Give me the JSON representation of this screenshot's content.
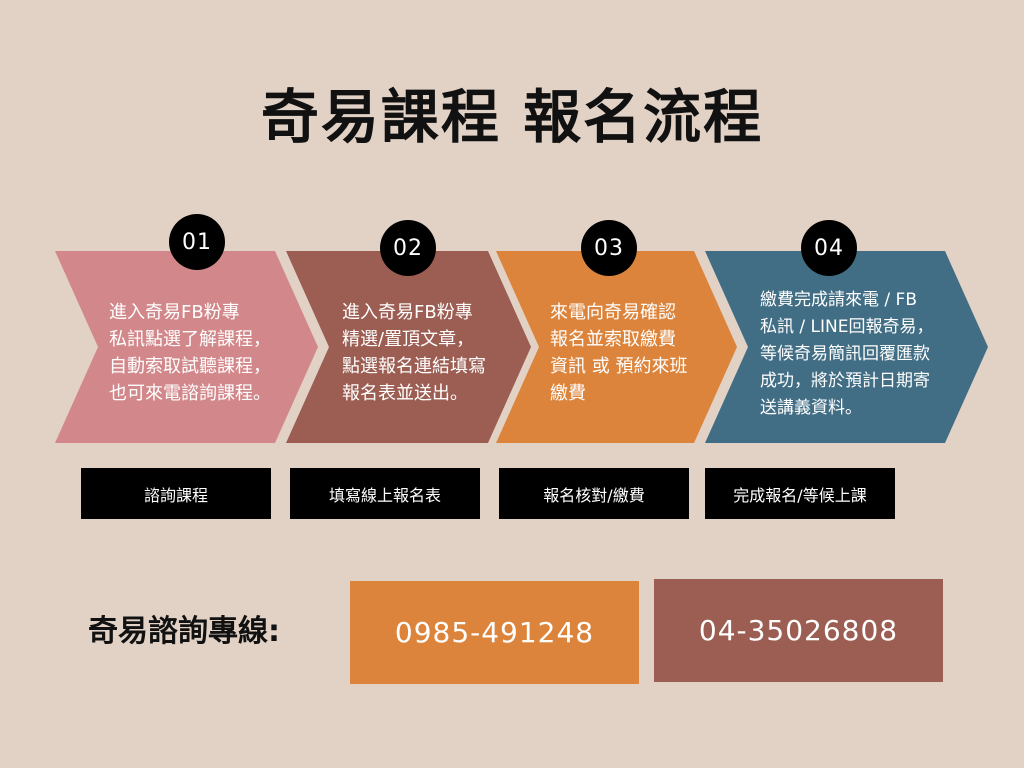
{
  "title": "奇易課程 報名流程",
  "steps": [
    {
      "number": "01",
      "color": "#d2888b",
      "text": "進入奇易FB粉專\n私訊點選了解課程，\n自動索取試聽課程，\n也可來電諮詢課程。",
      "label": "諮詢課程"
    },
    {
      "number": "02",
      "color": "#9c5e53",
      "text": "進入奇易FB粉專\n精選/置頂文章，\n點選報名連結填寫\n報名表並送出。",
      "label": "填寫線上報名表"
    },
    {
      "number": "03",
      "color": "#dc843b",
      "text": "來電向奇易確認\n報名並索取繳費\n資訊 或 預約來班\n繳費",
      "label": "報名核對/繳費"
    },
    {
      "number": "04",
      "color": "#416e85",
      "text": "繳費完成請來電 / FB\n私訊 / LINE回報奇易，\n等候奇易簡訊回覆匯款\n成功，將於預計日期寄\n送講義資料。",
      "label": "完成報名/等候上課"
    }
  ],
  "hotline": {
    "label": "奇易諮詢專線:",
    "phones": [
      {
        "number": "0985-491248",
        "color": "#dc843b"
      },
      {
        "number": "04-35026808",
        "color": "#9c5e53"
      }
    ]
  }
}
